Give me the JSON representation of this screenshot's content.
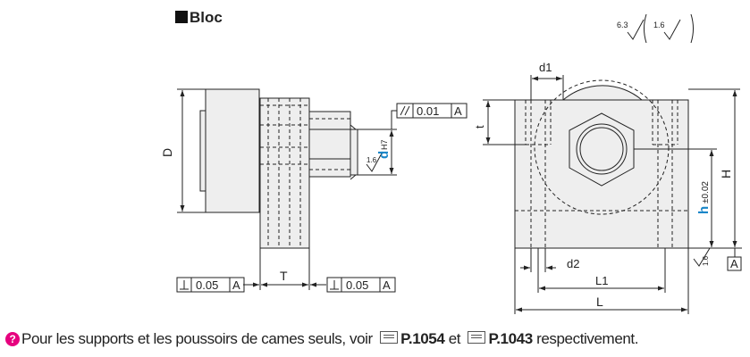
{
  "header": {
    "title": "Bloc"
  },
  "surface_finish": {
    "outer": "6.3",
    "inner": "1.6"
  },
  "side_view": {
    "dim_D": "D",
    "dim_T": "T",
    "dim_d": "d",
    "dim_d_tol": "H7",
    "finish_16": "1.6",
    "tol_parallel": {
      "value": "0.01",
      "datum": "A"
    },
    "tol_perp_left": {
      "value": "0.05",
      "datum": "A"
    },
    "tol_perp_right": {
      "value": "0.05",
      "datum": "A"
    }
  },
  "front_view": {
    "dim_d1": "d1",
    "dim_t": "t",
    "dim_H": "H",
    "dim_h": "h",
    "dim_h_tol": "±0.02",
    "dim_d2": "d2",
    "dim_L1": "L1",
    "dim_L": "L",
    "finish_16": "1.6",
    "datum": "A"
  },
  "note": {
    "icon": "question-circle-icon",
    "text_before": "Pour les supports et les poussoirs de cames seuls, voir ",
    "ref1": "P.1054",
    "text_mid": " et ",
    "ref2": "P.1043",
    "text_after": " respectivement."
  }
}
